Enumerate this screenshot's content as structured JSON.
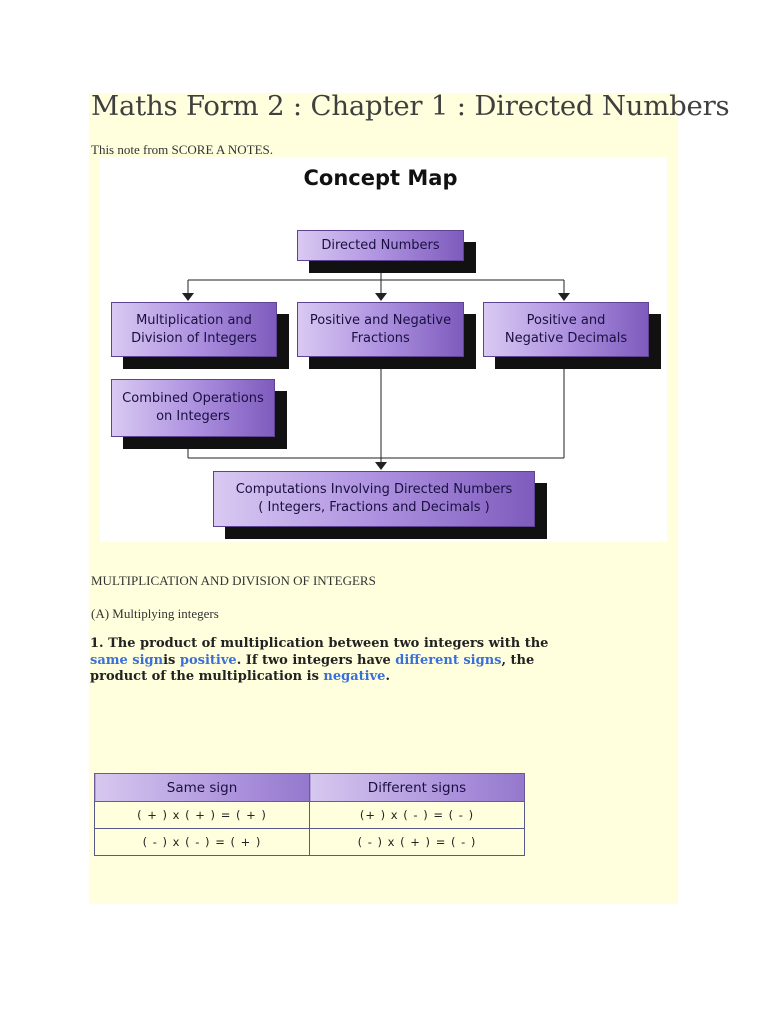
{
  "title": "Maths Form 2 : Chapter 1 : Directed Numbers",
  "note": "This note from SCORE A NOTES.",
  "concept_map": {
    "heading": "Concept Map",
    "nodes": {
      "root": "Directed Numbers",
      "mult": "Multiplication and\nDivision of Integers",
      "fractions": "Positive and Negative\nFractions",
      "decimals": "Positive and\nNegative Decimals",
      "combined": "Combined Operations\non Integers",
      "computations": "Computations Involving Directed Numbers\n( Integers, Fractions and Decimals )"
    }
  },
  "section_heading": "MULTIPLICATION AND DIVISION OF INTEGERS",
  "subheading": "(A) Multiplying integers",
  "rule": {
    "part1": "1. The product of multiplication between two integers with the ",
    "same_sign": "same sign",
    "part2": "is ",
    "positive": "positive",
    "part3": ". If two integers have ",
    "different_signs": "different signs",
    "part4": ", the product of the multiplication is ",
    "negative": "negative",
    "part5": "."
  },
  "table": {
    "headers": [
      "Same sign",
      "Different signs"
    ],
    "rows": [
      [
        "( + ) x ( + ) = ( + )",
        "(+ ) x ( - ) = ( - )"
      ],
      [
        "( - ) x ( - ) = ( + )",
        "( - ) x ( + ) = ( - )"
      ]
    ]
  },
  "colors": {
    "panel_background": "#ffffde",
    "highlight_text": "#3a6fd8",
    "box_gradient_light": "#d9c9f2",
    "box_gradient_dark": "#7e5bbd",
    "box_shadow": "#111111"
  }
}
